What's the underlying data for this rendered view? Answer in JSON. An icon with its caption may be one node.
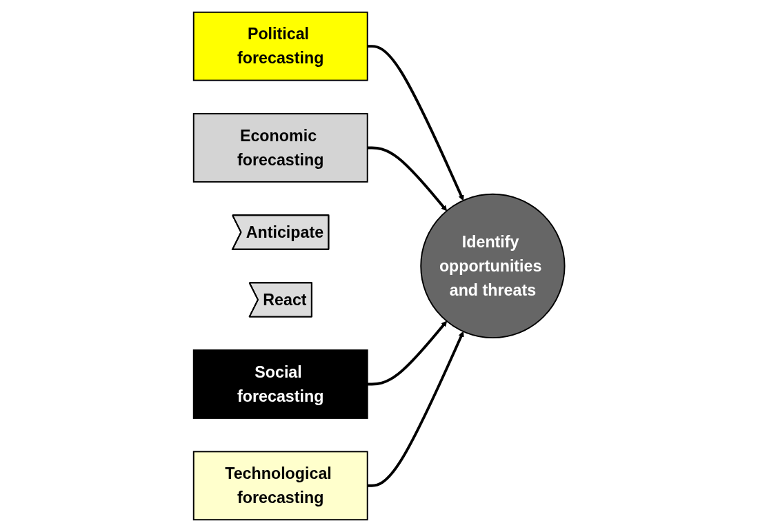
{
  "diagram": {
    "nodes": [
      {
        "text": [
          "Political forecasting"
        ]
      },
      {
        "text": [
          "Economic forecasting"
        ]
      },
      {
        "text": [
          "Anticipate"
        ]
      },
      {
        "text": [
          "Identify opportunities and threats"
        ]
      },
      {
        "text": [
          "React"
        ]
      },
      {
        "text": [
          "Social forecasting"
        ]
      },
      {
        "text": [
          "Technological forecasting"
        ]
      }
    ],
    "edges": [
      {
        "from": 0,
        "to": 3,
        "arrow": "to"
      },
      {
        "from": 1,
        "to": 3,
        "arrow": "to"
      },
      {
        "from": 5,
        "to": 3,
        "arrow": "to"
      },
      {
        "from": 6,
        "to": 3,
        "arrow": "to"
      }
    ]
  }
}
